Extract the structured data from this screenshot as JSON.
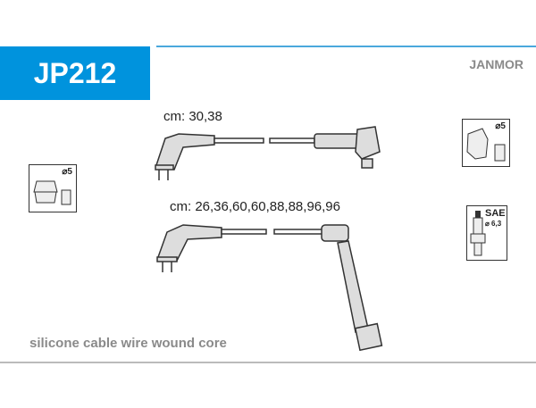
{
  "header": {
    "code": "JP212",
    "brand": "JANMOR"
  },
  "cables": [
    {
      "lengths": "cm: 30,38"
    },
    {
      "lengths": "cm: 26,36,60,60,88,88,96,96"
    }
  ],
  "icons": {
    "distributor_left": {
      "diameter": "⌀5"
    },
    "coil_right": {
      "diameter": "⌀5"
    },
    "spark_plug": {
      "standard": "SAE",
      "diameter": "⌀ 6,3"
    }
  },
  "footer": {
    "description": "silicone cable wire wound core"
  }
}
